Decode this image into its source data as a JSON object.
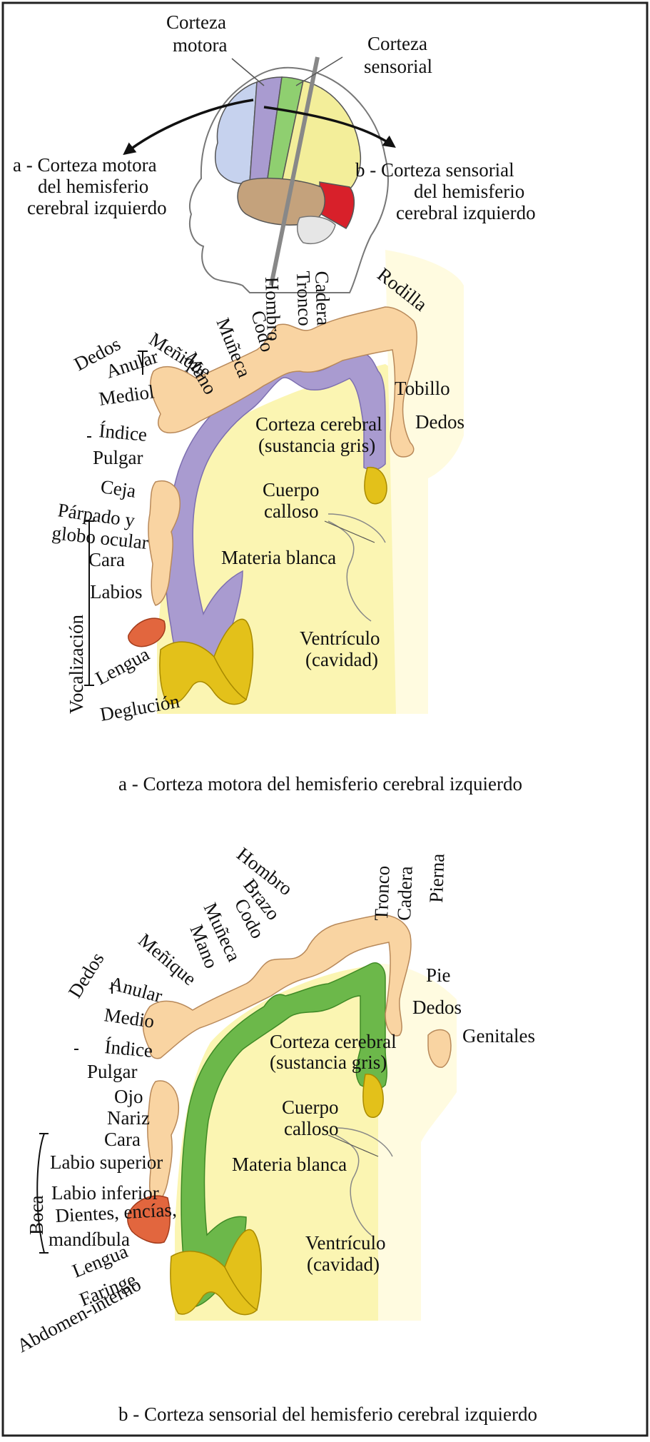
{
  "colors": {
    "frame": "#222222",
    "motor_cortex": "#a99bd0",
    "sensory_cortex": "#6cb84a",
    "white_matter": "#fbf5b2",
    "homunculus": "#f9d4a2",
    "callosum": "#e3c11a",
    "tongue": "#e2663e",
    "frontal_lobe": "#c6d2ee",
    "temporal_lobe": "#c4a27c",
    "occipital_lobe": "#d8202a",
    "parietal_lobe": "#f3ee9a"
  },
  "head": {
    "motor_label": [
      "Corteza",
      "motora"
    ],
    "sensory_label": [
      "Corteza",
      "sensorial"
    ],
    "left_caption": [
      "a - Corteza motora",
      "del hemisferio",
      "cerebral izquierdo"
    ],
    "right_caption": [
      "b - Corteza sensorial",
      "del hemisferio",
      "cerebral izquierdo"
    ]
  },
  "motor": {
    "body_labels": [
      "Meñique",
      "Mano",
      "Muñeca",
      "Codo",
      "Hombro",
      "Tronco",
      "Cadera",
      "Rodilla",
      "Tobillo",
      "Dedos",
      "Dedos",
      "Anular",
      "Mediol",
      "Índice",
      "Pulgar",
      "Ceja",
      "Párpado y",
      "globo ocular",
      "Cara",
      "Labios",
      "Vocalización",
      "Lengua",
      "Deglución"
    ],
    "cortex_label": [
      "Corteza cerebral",
      "(sustancia gris)"
    ],
    "callosum_label": [
      "Cuerpo",
      "calloso"
    ],
    "white_label": "Materia blanca",
    "ventricle_label": [
      "Ventrículo",
      "(cavidad)"
    ],
    "caption": "a - Corteza motora del hemisferio cerebral izquierdo"
  },
  "sensory": {
    "body_labels": [
      "Pierna",
      "Cadera",
      "Tronco",
      "Hombro",
      "Brazo",
      "Codo",
      "Muñeca",
      "Mano",
      "Meñique",
      "Dedos",
      "Anular",
      "Medio",
      "Índice",
      "Pulgar",
      "Ojo",
      "Nariz",
      "Cara",
      "Labio superior",
      "Labio inferior",
      "Dientes, encías,",
      "mandíbula",
      "Lengua",
      "Faringe",
      "Abdomen-interno",
      "Boca",
      "Pie",
      "Dedos",
      "Genitales"
    ],
    "cortex_label": [
      "Corteza cerebral",
      "(sustancia gris)"
    ],
    "callosum_label": [
      "Cuerpo",
      "calloso"
    ],
    "white_label": "Materia blanca",
    "ventricle_label": [
      "Ventrículo",
      "(cavidad)"
    ],
    "caption": "b - Corteza sensorial del hemisferio cerebral izquierdo"
  }
}
